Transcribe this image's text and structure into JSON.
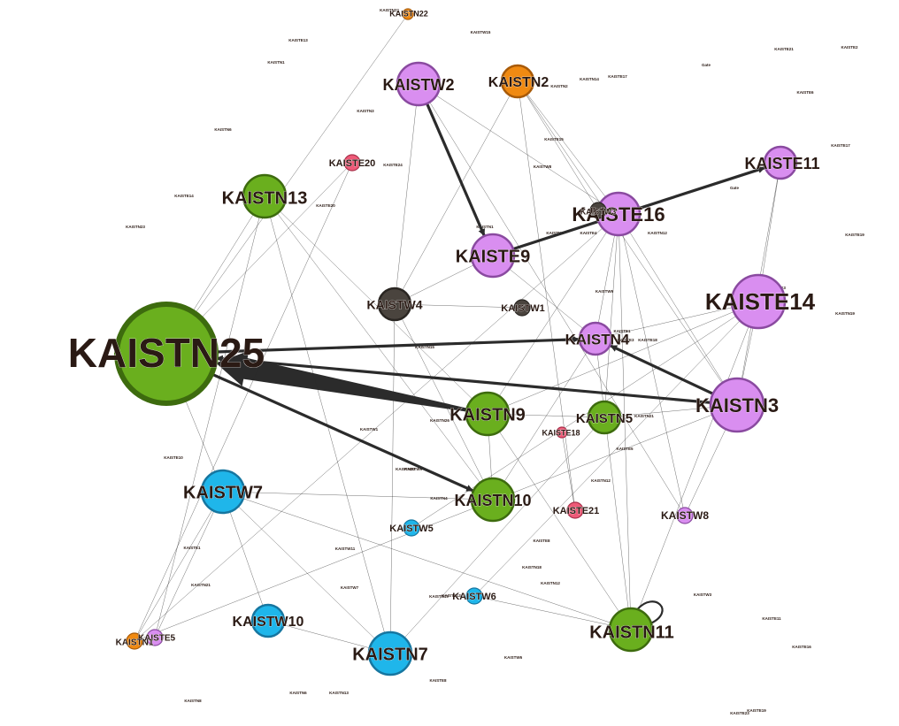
{
  "colors": {
    "green": "#6aaf1e",
    "green_stroke": "#3d6b0e",
    "violet": "#d98ef0",
    "violet_stroke": "#8a4aa0",
    "blue": "#1fb6ea",
    "blue_stroke": "#1676a0",
    "orange": "#f08a12",
    "orange_stroke": "#a85a08",
    "dark": "#4a443e",
    "dark_stroke": "#2a2622",
    "pink": "#ee5a78",
    "pink_stroke": "#a8304a",
    "edge": "#2b2b2b"
  },
  "nodes": [
    {
      "id": "KAISTN25",
      "label": "KAISTN25",
      "color": "green",
      "size": "xl"
    },
    {
      "id": "KAISTN13",
      "label": "KAISTN13",
      "color": "green",
      "size": "m"
    },
    {
      "id": "KAISTN9",
      "label": "KAISTN9",
      "color": "green",
      "size": "m"
    },
    {
      "id": "KAISTN10",
      "label": "KAISTN10",
      "color": "green",
      "size": "m"
    },
    {
      "id": "KAISTN5",
      "label": "KAISTN5",
      "color": "green",
      "size": "s"
    },
    {
      "id": "KAISTN11",
      "label": "KAISTN11",
      "color": "green",
      "size": "m"
    },
    {
      "id": "KAISTW2",
      "label": "KAISTW2",
      "color": "violet",
      "size": "m"
    },
    {
      "id": "KAISTE9",
      "label": "KAISTE9",
      "color": "violet",
      "size": "m"
    },
    {
      "id": "KAISTE16",
      "label": "KAISTE16",
      "color": "violet",
      "size": "m"
    },
    {
      "id": "KAISTE11",
      "label": "KAISTE11",
      "color": "violet",
      "size": "s"
    },
    {
      "id": "KAISTE14",
      "label": "KAISTE14",
      "color": "violet",
      "size": "l"
    },
    {
      "id": "KAISTN4",
      "label": "KAISTN4",
      "color": "violet",
      "size": "s"
    },
    {
      "id": "KAISTN3",
      "label": "KAISTN3",
      "color": "violet",
      "size": "l"
    },
    {
      "id": "KAISTW8",
      "label": "KAISTW8",
      "color": "violet",
      "size": "xs"
    },
    {
      "id": "KAISTE5",
      "label": "KAISTE5",
      "color": "violet",
      "size": "xs"
    },
    {
      "id": "KAISTN2",
      "label": "KAISTN2",
      "color": "orange",
      "size": "s"
    },
    {
      "id": "KAISTN1",
      "label": "KAISTN1",
      "color": "orange",
      "size": "xs"
    },
    {
      "id": "KAISTN22",
      "label": "KAISTN22",
      "color": "orange",
      "size": "xxs"
    },
    {
      "id": "KAISTW4",
      "label": "KAISTW4",
      "color": "dark",
      "size": "s"
    },
    {
      "id": "KAISTW1",
      "label": "KAISTW1",
      "color": "dark",
      "size": "xs"
    },
    {
      "id": "KAISTW3",
      "label": "KAISTW3",
      "color": "dark",
      "size": "xs"
    },
    {
      "id": "KAISTE20",
      "label": "KAISTE20",
      "color": "pink",
      "size": "xs"
    },
    {
      "id": "KAISTE18",
      "label": "KAISTE18",
      "color": "pink",
      "size": "xxs"
    },
    {
      "id": "KAISTE21",
      "label": "KAISTE21",
      "color": "pink",
      "size": "xs"
    },
    {
      "id": "KAISTW7",
      "label": "KAISTW7",
      "color": "blue",
      "size": "m"
    },
    {
      "id": "KAISTW5",
      "label": "KAISTW5",
      "color": "blue",
      "size": "xs"
    },
    {
      "id": "KAISTW6",
      "label": "KAISTW6",
      "color": "blue",
      "size": "xs"
    },
    {
      "id": "KAISTW10",
      "label": "KAISTW10",
      "color": "blue",
      "size": "s"
    },
    {
      "id": "KAISTN7",
      "label": "KAISTN7",
      "color": "blue",
      "size": "m"
    }
  ],
  "edges": [
    {
      "source": "KAISTN9",
      "target": "KAISTN25",
      "weight": 5
    },
    {
      "source": "KAISTN3",
      "target": "KAISTN25",
      "weight": 2
    },
    {
      "source": "KAISTN25",
      "target": "KAISTN4",
      "weight": 2
    },
    {
      "source": "KAISTN25",
      "target": "KAISTN10",
      "weight": 2
    },
    {
      "source": "KAISTW2",
      "target": "KAISTE9",
      "weight": 2
    },
    {
      "source": "KAISTE9",
      "target": "KAISTE11",
      "weight": 2
    },
    {
      "source": "KAISTN3",
      "target": "KAISTN4",
      "weight": 2
    },
    {
      "source": "KAISTN25",
      "target": "KAISTN13",
      "weight": 0.4
    },
    {
      "source": "KAISTN25",
      "target": "KAISTE20",
      "weight": 0.4
    },
    {
      "source": "KAISTN25",
      "target": "KAISTW7",
      "weight": 0.4
    },
    {
      "source": "KAISTN25",
      "target": "KAISTN22",
      "weight": 0.4
    },
    {
      "source": "KAISTN13",
      "target": "KAISTN9",
      "weight": 0.4
    },
    {
      "source": "KAISTN13",
      "target": "KAISTN10",
      "weight": 0.4
    },
    {
      "source": "KAISTN13",
      "target": "KAISTN7",
      "weight": 0.4
    },
    {
      "source": "KAISTN13",
      "target": "KAISTE5",
      "weight": 0.4
    },
    {
      "source": "KAISTW2",
      "target": "KAISTW4",
      "weight": 0.4
    },
    {
      "source": "KAISTW2",
      "target": "KAISTE16",
      "weight": 0.4
    },
    {
      "source": "KAISTW2",
      "target": "KAISTW8",
      "weight": 0.4
    },
    {
      "source": "KAISTN2",
      "target": "KAISTE16",
      "weight": 0.4
    },
    {
      "source": "KAISTN2",
      "target": "KAISTN3",
      "weight": 0.4
    },
    {
      "source": "KAISTN2",
      "target": "KAISTE21",
      "weight": 0.4
    },
    {
      "source": "KAISTN2",
      "target": "KAISTW4",
      "weight": 0.4
    },
    {
      "source": "KAISTN2",
      "target": "KAISTW3",
      "weight": 0.4
    },
    {
      "source": "KAISTE16",
      "target": "KAISTN3",
      "weight": 0.4
    },
    {
      "source": "KAISTE16",
      "target": "KAISTN4",
      "weight": 0.4
    },
    {
      "source": "KAISTE16",
      "target": "KAISTN5",
      "weight": 0.4
    },
    {
      "source": "KAISTE16",
      "target": "KAISTN9",
      "weight": 0.4
    },
    {
      "source": "KAISTE16",
      "target": "KAISTW8",
      "weight": 0.4
    },
    {
      "source": "KAISTE14",
      "target": "KAISTN3",
      "weight": 0.4
    },
    {
      "source": "KAISTE14",
      "target": "KAISTN4",
      "weight": 0.4
    },
    {
      "source": "KAISTE14",
      "target": "KAISTN11",
      "weight": 0.4
    },
    {
      "source": "KAISTE14",
      "target": "KAISTE11",
      "weight": 0.4
    },
    {
      "source": "KAISTE14",
      "target": "KAISTN9",
      "weight": 0.4
    },
    {
      "source": "KAISTE14",
      "target": "KAISTW5",
      "weight": 0.4
    },
    {
      "source": "KAISTE9",
      "target": "KAISTN4",
      "weight": 0.4
    },
    {
      "source": "KAISTE9",
      "target": "KAISTW4",
      "weight": 0.4
    },
    {
      "source": "KAISTW4",
      "target": "KAISTN10",
      "weight": 0.4
    },
    {
      "source": "KAISTW4",
      "target": "KAISTW1",
      "weight": 0.4
    },
    {
      "source": "KAISTW4",
      "target": "KAISTN7",
      "weight": 0.4
    },
    {
      "source": "KAISTN9",
      "target": "KAISTN10",
      "weight": 0.4
    },
    {
      "source": "KAISTN9",
      "target": "KAISTN11",
      "weight": 0.4
    },
    {
      "source": "KAISTN9",
      "target": "KAISTN5",
      "weight": 0.4
    },
    {
      "source": "KAISTN10",
      "target": "KAISTN4",
      "weight": 0.4
    },
    {
      "source": "KAISTN10",
      "target": "KAISTW7",
      "weight": 0.4
    },
    {
      "source": "KAISTN11",
      "target": "KAISTN4",
      "weight": 0.4
    },
    {
      "source": "KAISTN11",
      "target": "KAISTW7",
      "weight": 0.4
    },
    {
      "source": "KAISTN11",
      "target": "KAISTW6",
      "weight": 0.4
    },
    {
      "source": "KAISTN11",
      "target": "KAISTE16",
      "weight": 0.4
    },
    {
      "source": "KAISTW7",
      "target": "KAISTW10",
      "weight": 0.4
    },
    {
      "source": "KAISTW7",
      "target": "KAISTN7",
      "weight": 0.4
    },
    {
      "source": "KAISTW7",
      "target": "KAISTN1",
      "weight": 0.4
    },
    {
      "source": "KAISTW7",
      "target": "KAISTE5",
      "weight": 0.4
    },
    {
      "source": "KAISTW10",
      "target": "KAISTN7",
      "weight": 0.4
    },
    {
      "source": "KAISTN1",
      "target": "KAISTE16",
      "weight": 0.4
    },
    {
      "source": "KAISTN1",
      "target": "KAISTN3",
      "weight": 0.4
    },
    {
      "source": "KAISTN1",
      "target": "KAISTE20",
      "weight": 0.4
    },
    {
      "source": "KAISTN7",
      "target": "KAISTN5",
      "weight": 0.4
    },
    {
      "source": "KAISTE21",
      "target": "KAISTE18",
      "weight": 0.4
    },
    {
      "source": "KAISTW8",
      "target": "KAISTN3",
      "weight": 0.4
    },
    {
      "source": "KAISTE11",
      "target": "KAISTN3",
      "weight": 0.4
    },
    {
      "source": "KAISTN3",
      "target": "KAISTN5",
      "weight": 0.4
    },
    {
      "source": "KAISTW6",
      "target": "KAISTE14",
      "weight": 0.4
    }
  ],
  "self_loops": [
    "KAISTN11"
  ],
  "minor_labels": [
    {
      "id": "ml1",
      "text": "KAISTN22"
    },
    {
      "id": "ml2",
      "text": "KAISTE13"
    },
    {
      "id": "ml3",
      "text": "KAISTW15"
    },
    {
      "id": "ml4",
      "text": "KAISTN1"
    },
    {
      "id": "ml5",
      "text": "KAISTN3"
    },
    {
      "id": "ml6",
      "text": "KAISTN6"
    },
    {
      "id": "ml7",
      "text": "KAISTE24"
    },
    {
      "id": "ml8",
      "text": "KAISTE14"
    },
    {
      "id": "ml9",
      "text": "KAISTE20"
    },
    {
      "id": "ml10",
      "text": "KAISTN23"
    },
    {
      "id": "ml11",
      "text": "KAISTN2"
    },
    {
      "id": "ml12",
      "text": "KAISTN14"
    },
    {
      "id": "ml13",
      "text": "KAISTE17"
    },
    {
      "id": "ml14",
      "text": "Gate"
    },
    {
      "id": "ml15",
      "text": "KAISTE21"
    },
    {
      "id": "ml16",
      "text": "KAISTE2"
    },
    {
      "id": "ml17",
      "text": "KAISTE6"
    },
    {
      "id": "ml18",
      "text": "KAISTE15"
    },
    {
      "id": "ml19",
      "text": "KAISTW8"
    },
    {
      "id": "ml20",
      "text": "KAISTE17"
    },
    {
      "id": "ml21",
      "text": "Gate"
    },
    {
      "id": "ml22",
      "text": "KAISTN1"
    },
    {
      "id": "ml23",
      "text": "KAISTE4"
    },
    {
      "id": "ml24",
      "text": "KAISTE11"
    },
    {
      "id": "ml25",
      "text": "KAISTN12"
    },
    {
      "id": "ml26",
      "text": "KAISTE19"
    },
    {
      "id": "ml27",
      "text": "KAISTW9"
    },
    {
      "id": "ml28",
      "text": "KAISTN8"
    },
    {
      "id": "ml29",
      "text": "KAISTN13"
    },
    {
      "id": "ml30",
      "text": "KAISTN19"
    },
    {
      "id": "ml31",
      "text": "KAISTN15"
    },
    {
      "id": "ml32",
      "text": "KAISTE18"
    },
    {
      "id": "ml33",
      "text": "KAISTE1"
    },
    {
      "id": "ml34",
      "text": "KAISTE3"
    },
    {
      "id": "ml35",
      "text": "KAISTN21"
    },
    {
      "id": "ml36",
      "text": "KAISTN26"
    },
    {
      "id": "ml37",
      "text": "KAISTW1"
    },
    {
      "id": "ml38",
      "text": "KAISTE10"
    },
    {
      "id": "ml39",
      "text": "KAISTE5"
    },
    {
      "id": "ml40",
      "text": "KAISTW9"
    },
    {
      "id": "ml41",
      "text": "KAISTN12"
    },
    {
      "id": "ml42",
      "text": "KAISTN4"
    },
    {
      "id": "ml43",
      "text": "KAISTE1"
    },
    {
      "id": "ml44",
      "text": "KAISTW11"
    },
    {
      "id": "ml45",
      "text": "KAISTE8"
    },
    {
      "id": "ml46",
      "text": "KAISTN18"
    },
    {
      "id": "ml47",
      "text": "KAISTN12"
    },
    {
      "id": "ml48",
      "text": "KAISTN21"
    },
    {
      "id": "ml49",
      "text": "KAISTW7"
    },
    {
      "id": "ml50",
      "text": "KAISTE13"
    },
    {
      "id": "ml51",
      "text": "KAISTW3"
    },
    {
      "id": "ml52",
      "text": "KAISTE11"
    },
    {
      "id": "ml53",
      "text": "KAISTE16"
    },
    {
      "id": "ml54",
      "text": "KAISTW6"
    },
    {
      "id": "ml55",
      "text": "KAISTE8"
    },
    {
      "id": "ml56",
      "text": "KAISTN6"
    },
    {
      "id": "ml57",
      "text": "KAISTN13"
    },
    {
      "id": "ml58",
      "text": "KAISTN8"
    },
    {
      "id": "ml59",
      "text": "KAISTE19"
    },
    {
      "id": "ml60",
      "text": "KAISTE23"
    },
    {
      "id": "ml61",
      "text": "KAISTN19"
    },
    {
      "id": "ml62",
      "text": "KAISTN20"
    },
    {
      "id": "ml63",
      "text": "KAISTN1"
    },
    {
      "id": "ml64",
      "text": "KAISTW5"
    }
  ]
}
